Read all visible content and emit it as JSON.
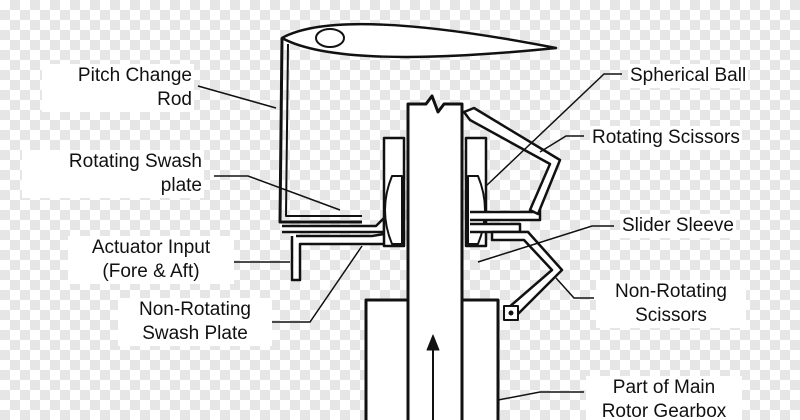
{
  "labels": {
    "pitch_change_rod": [
      "Pitch Change",
      "Rod"
    ],
    "rotating_swash_plate": [
      "Rotating Swash",
      "plate"
    ],
    "actuator_input": [
      "Actuator Input",
      "(Fore & Aft)"
    ],
    "non_rotating_swash_plate": [
      "Non-Rotating",
      "Swash Plate"
    ],
    "spherical_ball": [
      "Spherical Ball"
    ],
    "rotating_scissors": [
      "Rotating Scissors"
    ],
    "slider_sleeve": [
      "Slider Sleeve"
    ],
    "non_rotating_scissors": [
      "Non-Rotating",
      "Scissors"
    ],
    "part_of_main_rotor_gearbox": [
      "Part of Main",
      "Rotor Gearbox"
    ]
  },
  "colors": {
    "ink": "#111111",
    "checker": "#e6e6e6"
  }
}
